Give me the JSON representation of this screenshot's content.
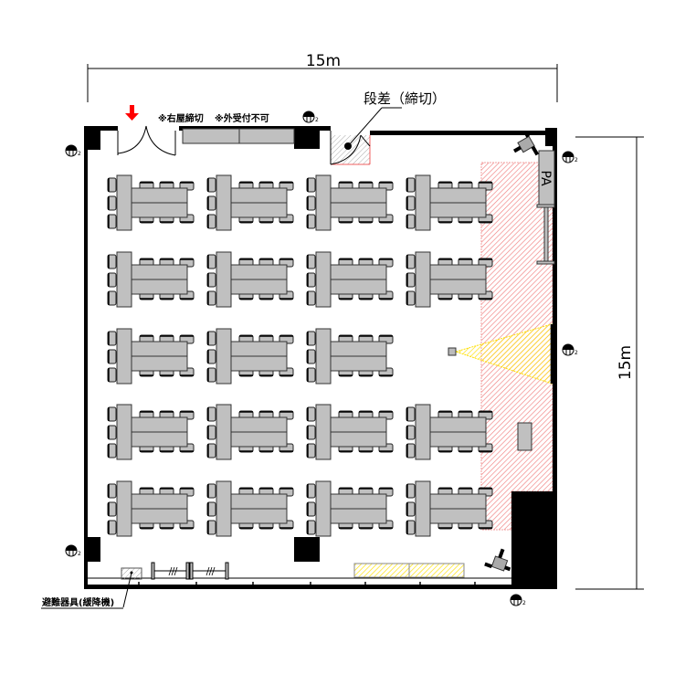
{
  "title": "Room floor plan",
  "dimensions": {
    "width_label": "15m",
    "height_label": "15m"
  },
  "notes": {
    "step": "段差（締切）",
    "right_room_closed": "※右屋締切",
    "no_outside_reception": "※外受付不可",
    "evacuation": "避難器具(緩降機)"
  },
  "equipment": {
    "pa_label": "PA"
  },
  "outlet_label": "2",
  "colors": {
    "stage_hatch": "#f08080",
    "projector_cone": "#ffee00",
    "table": "#c0c0c0",
    "exit_arrow": "#ff0000"
  },
  "table_layout": {
    "rows": 5,
    "columns": 4,
    "present": [
      [
        true,
        true,
        true,
        true
      ],
      [
        true,
        true,
        true,
        true
      ],
      [
        true,
        true,
        true,
        false
      ],
      [
        true,
        true,
        true,
        true
      ],
      [
        true,
        true,
        true,
        true
      ]
    ]
  }
}
